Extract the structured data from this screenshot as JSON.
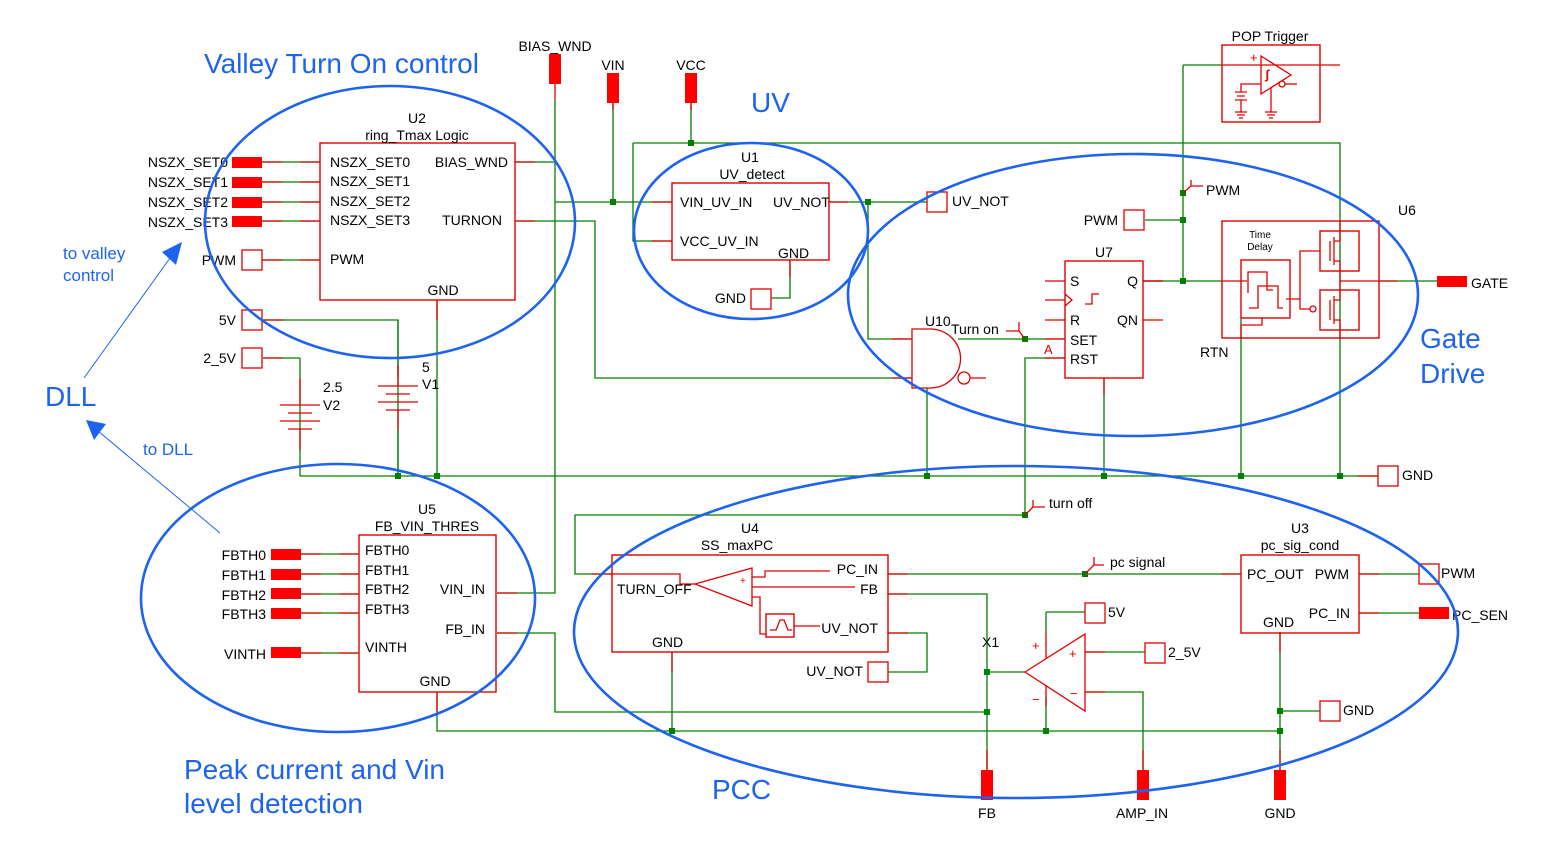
{
  "annotations": {
    "valley_turn_on": "Valley Turn On control",
    "uv": "UV",
    "gate_drive_line1": "Gate",
    "gate_drive_line2": "Drive",
    "dll": "DLL",
    "to_valley_line1": "to valley",
    "to_valley_line2": "control",
    "to_dll": "to DLL",
    "peak_line1": "Peak current and Vin",
    "peak_line2": "level detection",
    "pcc": "PCC"
  },
  "top_ports": {
    "bias_wnd": "BIAS_WND",
    "vin": "VIN",
    "vcc": "VCC"
  },
  "u2": {
    "ref": "U2",
    "name": "ring_Tmax Logic",
    "pins_left": [
      "NSZX_SET0",
      "NSZX_SET1",
      "NSZX_SET2",
      "NSZX_SET3",
      "PWM"
    ],
    "pins_right": [
      "BIAS_WND",
      "TURNON"
    ],
    "pin_bottom": "GND",
    "ext_ports": [
      "NSZX_SET0",
      "NSZX_SET1",
      "NSZX_SET2",
      "NSZX_SET3"
    ],
    "pwm_port": "PWM"
  },
  "supplies": {
    "p5v": "5V",
    "p2_5v": "2_5V",
    "v1_value": "5",
    "v1_ref": "V1",
    "v2_value": "2.5",
    "v2_ref": "V2"
  },
  "u1": {
    "ref": "U1",
    "name": "UV_detect",
    "pins_left": [
      "VIN_UV_IN",
      "VCC_UV_IN"
    ],
    "pin_right": "UV_NOT",
    "pin_bottom": "GND",
    "gnd_port": "GND",
    "uv_not_port": "UV_NOT"
  },
  "pop": {
    "title": "POP Trigger",
    "plus": "+",
    "schmitt": "ʃ"
  },
  "gate": {
    "pwm_flag": "PWM",
    "pwm_port": "PWM",
    "u6_ref": "U6",
    "time_delay_1": "Time",
    "time_delay_2": "Delay",
    "rtn": "RTN",
    "gate_port": "GATE"
  },
  "u7": {
    "ref": "U7",
    "pins_left": [
      "S",
      "R",
      "SET",
      "RST"
    ],
    "pins_right": [
      "Q",
      "QN"
    ],
    "marker_a": "A"
  },
  "u10": {
    "ref": "U10",
    "turn_on": "Turn on"
  },
  "gnd_rail_port": "GND",
  "turn_off_flag": "turn off",
  "pc_signal_flag": "pc signal",
  "u5": {
    "ref": "U5",
    "name": "FB_VIN_THRES",
    "pins_left": [
      "FBTH0",
      "FBTH1",
      "FBTH2",
      "FBTH3",
      "VINTH"
    ],
    "pins_right": [
      "VIN_IN",
      "FB_IN"
    ],
    "pin_bottom": "GND",
    "ext_ports": [
      "FBTH0",
      "FBTH1",
      "FBTH2",
      "FBTH3",
      "VINTH"
    ]
  },
  "u4": {
    "ref": "U4",
    "name": "SS_maxPC",
    "pin_left": "TURN_OFF",
    "pins_right": [
      "PC_IN",
      "FB",
      "UV_NOT"
    ],
    "pin_bottom": "GND",
    "uv_not_port": "UV_NOT"
  },
  "x1": {
    "ref": "X1",
    "p5v": "5V",
    "p2_5v": "2_5V",
    "plus": "+",
    "minus": "−"
  },
  "u3": {
    "ref": "U3",
    "name": "pc_sig_cond",
    "pin_left": "PC_OUT",
    "pins_right": [
      "PWM",
      "PC_IN"
    ],
    "pin_bottom": "GND",
    "pwm_port": "PWM",
    "pc_sen_port": "PC_SEN",
    "gnd_port": "GND"
  },
  "bottom_ports": {
    "fb": "FB",
    "amp_in": "AMP_IN",
    "gnd": "GND"
  }
}
